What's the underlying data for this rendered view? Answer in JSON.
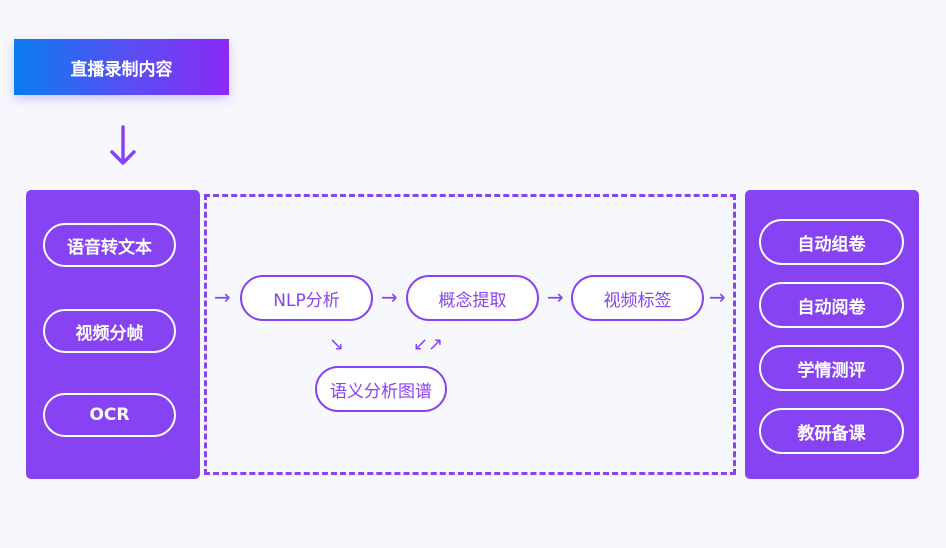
{
  "source": {
    "label": "直播录制内容"
  },
  "down_arrow": {
    "glyph": "↓"
  },
  "input_panel": {
    "items": [
      "语音转文本",
      "视频分帧",
      "OCR"
    ]
  },
  "pipeline": {
    "nodes": [
      "NLP分析",
      "概念提取",
      "视频标签"
    ],
    "graph_node": "语义分析图谱",
    "arrows": {
      "right": "→",
      "down_right": "↘",
      "bidirectional": "↙↗"
    }
  },
  "output_panel": {
    "items": [
      "自动组卷",
      "自动阅卷",
      "学情测评",
      "教研备课"
    ]
  },
  "colors": {
    "accent": "#8743f3",
    "gradient_start": "#0a7cf0",
    "gradient_end": "#8a2af5",
    "background": "#f7f8fd"
  }
}
